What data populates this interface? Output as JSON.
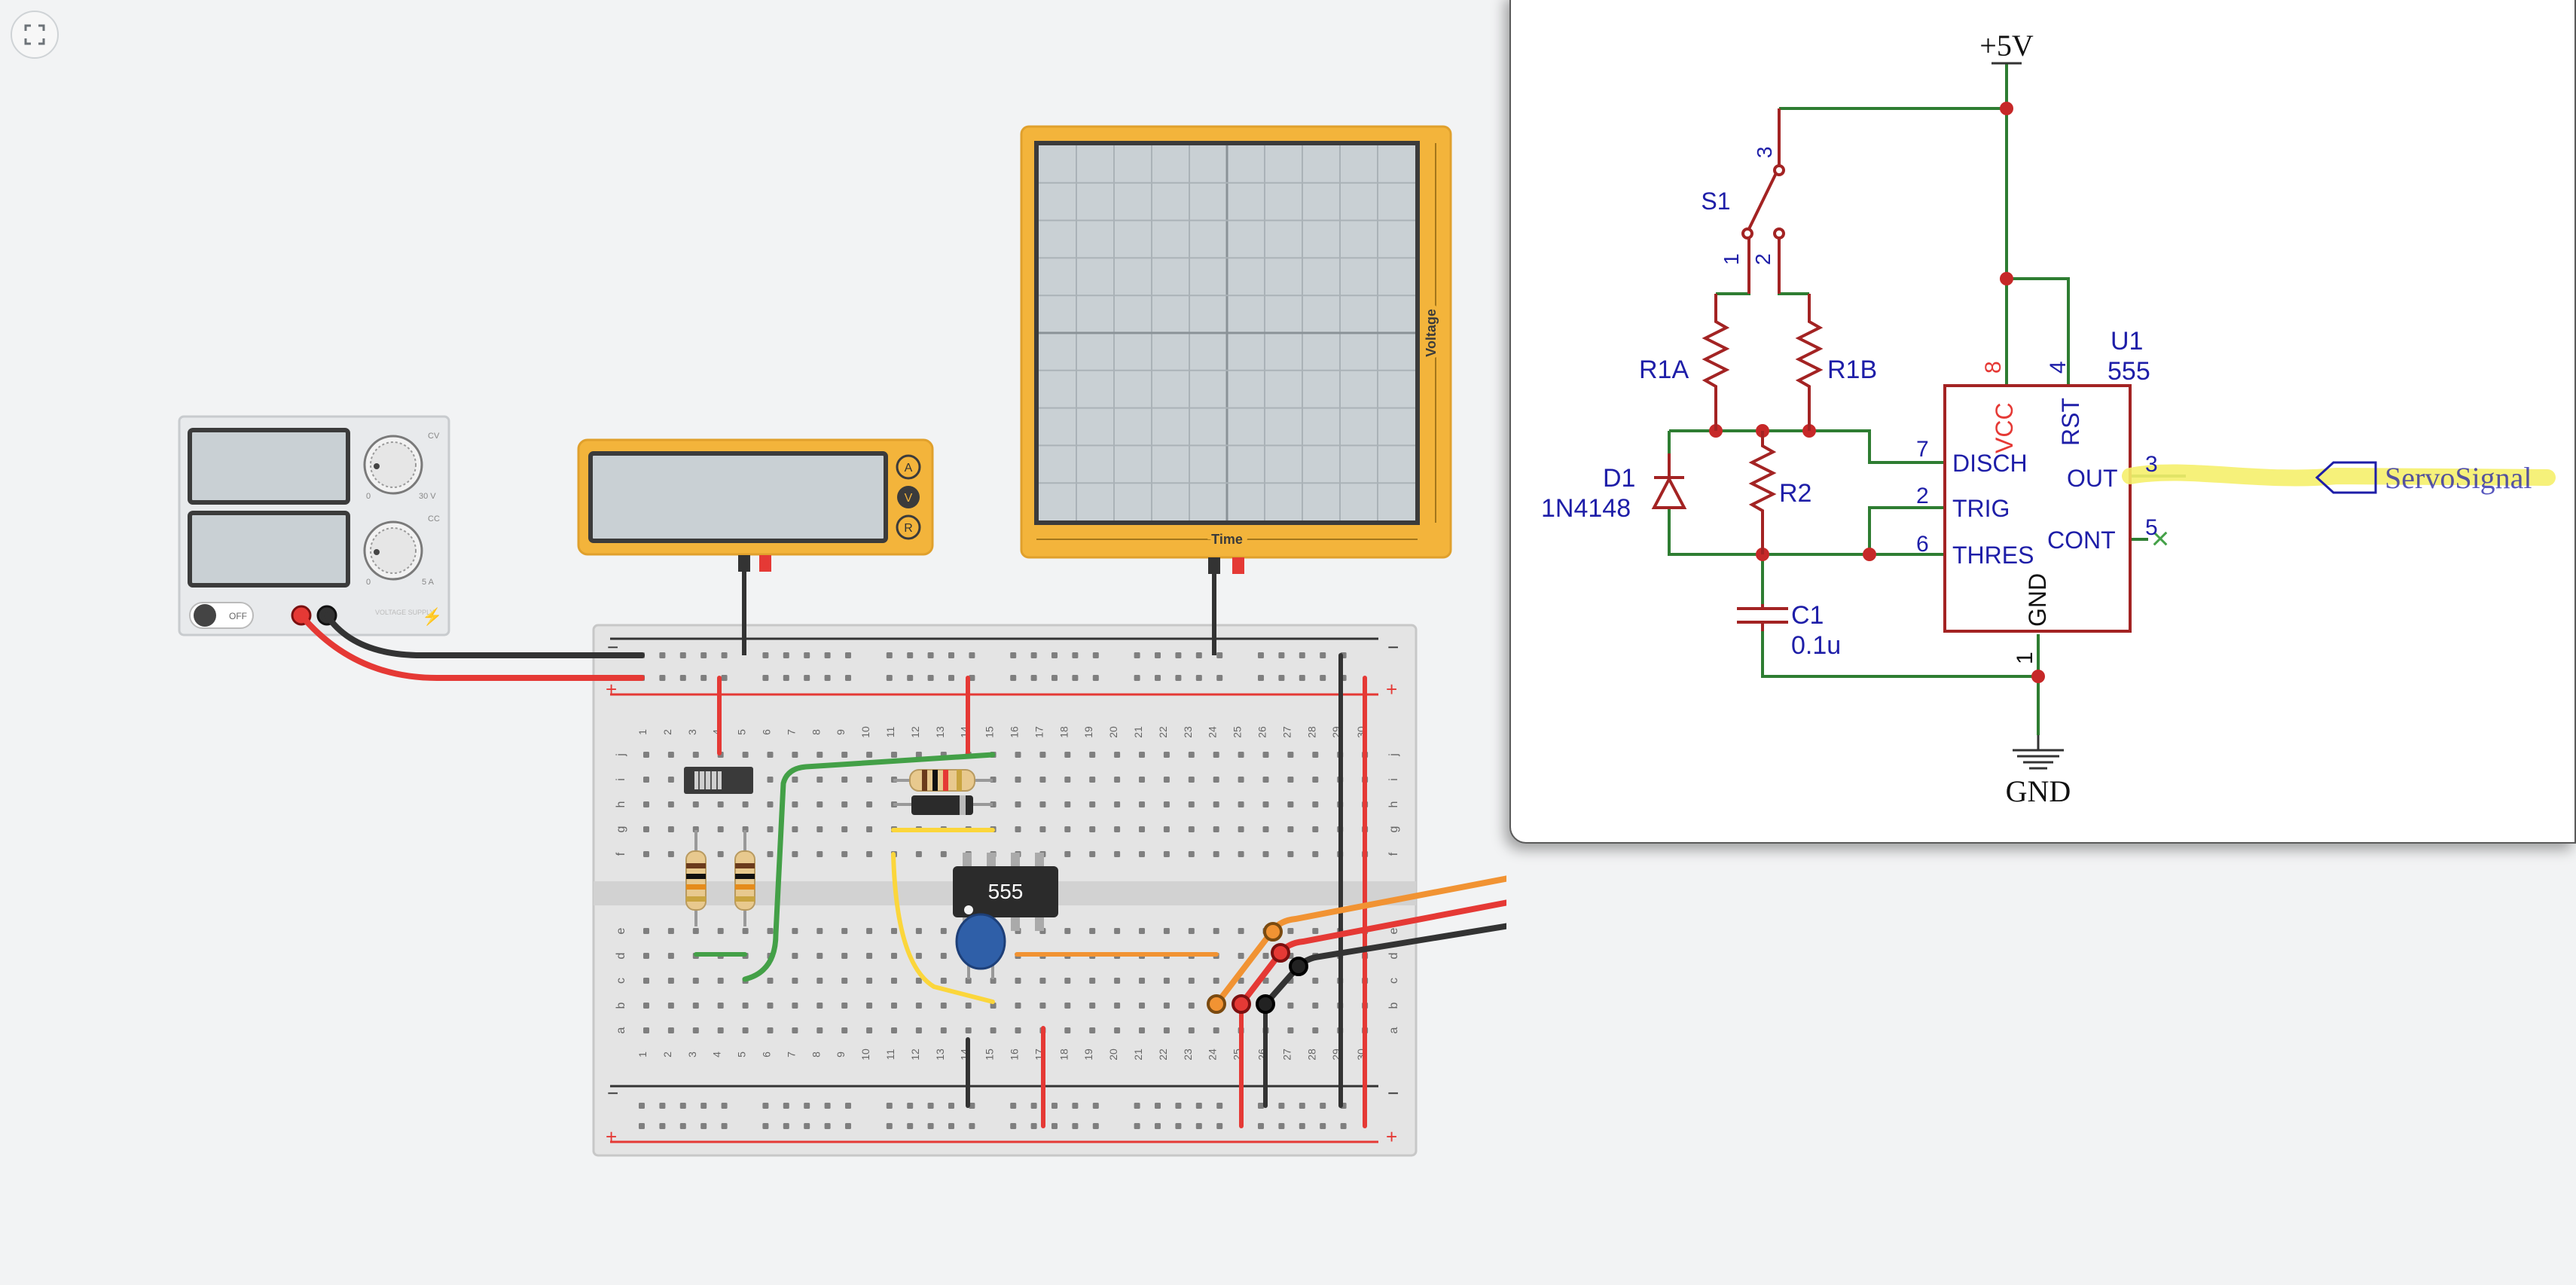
{
  "colors": {
    "canvas_bg": "#f2f3f4",
    "instrument_yellow": "#f3b43b",
    "screen_gray": "#c9d0d4",
    "wire_red": "#e53935",
    "wire_black": "#333333",
    "wire_green": "#43a047",
    "wire_yellow": "#fbd63b",
    "wire_orange": "#f19333",
    "servo_blue": "#3f86d0",
    "schem_wire": "#2e7d32",
    "schem_part": "#a32323",
    "schem_label": "#1e1ea8",
    "schem_pin_num": "#1e1ea8",
    "schem_vcc": "#e53935",
    "highlight": "#f5f06b"
  },
  "toolbar": {
    "fit_icon": "fit-to-view-icon"
  },
  "power_supply": {
    "switch_label": "OFF",
    "knob1_min": "0",
    "knob1_max": "30 V",
    "knob2_min": "0",
    "knob2_max": "5 A",
    "cv_label": "CV",
    "cc_label": "CC",
    "brand_text": "VOLTAGE SUPPLY"
  },
  "multimeter": {
    "mode_buttons": [
      "A",
      "V",
      "R"
    ]
  },
  "oscilloscope": {
    "x_label": "Time",
    "y_label": "Voltage"
  },
  "breadboard": {
    "row_letters_top": [
      "j",
      "i",
      "h",
      "g",
      "f"
    ],
    "row_letters_bottom": [
      "e",
      "d",
      "c",
      "b",
      "a"
    ],
    "rail_minus": "−",
    "rail_plus": "+",
    "column_numbers": [
      "1",
      "2",
      "3",
      "4",
      "5",
      "6",
      "7",
      "8",
      "9",
      "10",
      "11",
      "12",
      "13",
      "14",
      "15",
      "16",
      "17",
      "18",
      "19",
      "20",
      "21",
      "22",
      "23",
      "24",
      "25",
      "26",
      "27",
      "28",
      "29",
      "30"
    ],
    "chip_label": "555"
  },
  "schematic": {
    "power_label": "+5V",
    "ground_label": "GND",
    "switch_ref": "S1",
    "switch_pins": [
      "1",
      "2",
      "3"
    ],
    "r1a": "R1A",
    "r1b": "R1B",
    "r2": "R2",
    "d1_ref": "D1",
    "d1_value": "1N4148",
    "c1_ref": "C1",
    "c1_value": "0.1u",
    "u1_ref": "U1",
    "u1_value": "555",
    "pins": {
      "vcc": "VCC",
      "vcc_num": "8",
      "rst": "RST",
      "rst_num": "4",
      "disch": "DISCH",
      "disch_num": "7",
      "trig": "TRIG",
      "trig_num": "2",
      "thres": "THRES",
      "thres_num": "6",
      "out": "OUT",
      "out_num": "3",
      "cont": "CONT",
      "cont_num": "5",
      "gnd": "GND",
      "gnd_num": "1"
    },
    "net_label": "ServoSignal"
  }
}
